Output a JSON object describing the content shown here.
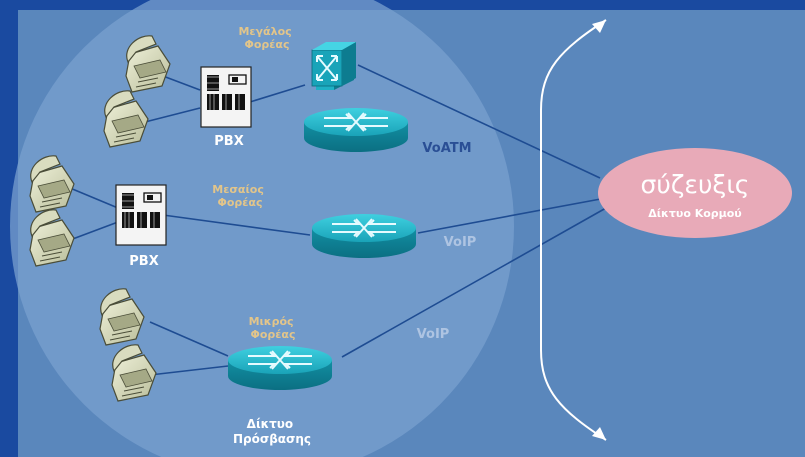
{
  "colors": {
    "background_outer": "#1a4aa0",
    "background_panel": "#5a87bc",
    "access_network_circle": "#7aa0cf",
    "carrier_label": "#e2c58a",
    "protocol_label_dark": "#2a4f95",
    "protocol_label_light": "#aec4e2",
    "core_ellipse": "#e8aab8",
    "link_line": "#1e4c92",
    "device_teal": "#17a0b5"
  },
  "carriers": {
    "large": "Μεγάλος Φορέας",
    "medium": "Μεσαίος Φορέας",
    "small": "Μικρός Φορέας"
  },
  "pbx_labels": [
    "PBX",
    "PBX"
  ],
  "protocols": {
    "voatm": "VoATM",
    "voip_medium": "VoIP",
    "voip_small": "VoIP"
  },
  "core": {
    "title": "σύζευξις",
    "subtitle": "Δίκτυο Κορμού"
  },
  "access_network": "Δίκτυο Πρόσβασης"
}
